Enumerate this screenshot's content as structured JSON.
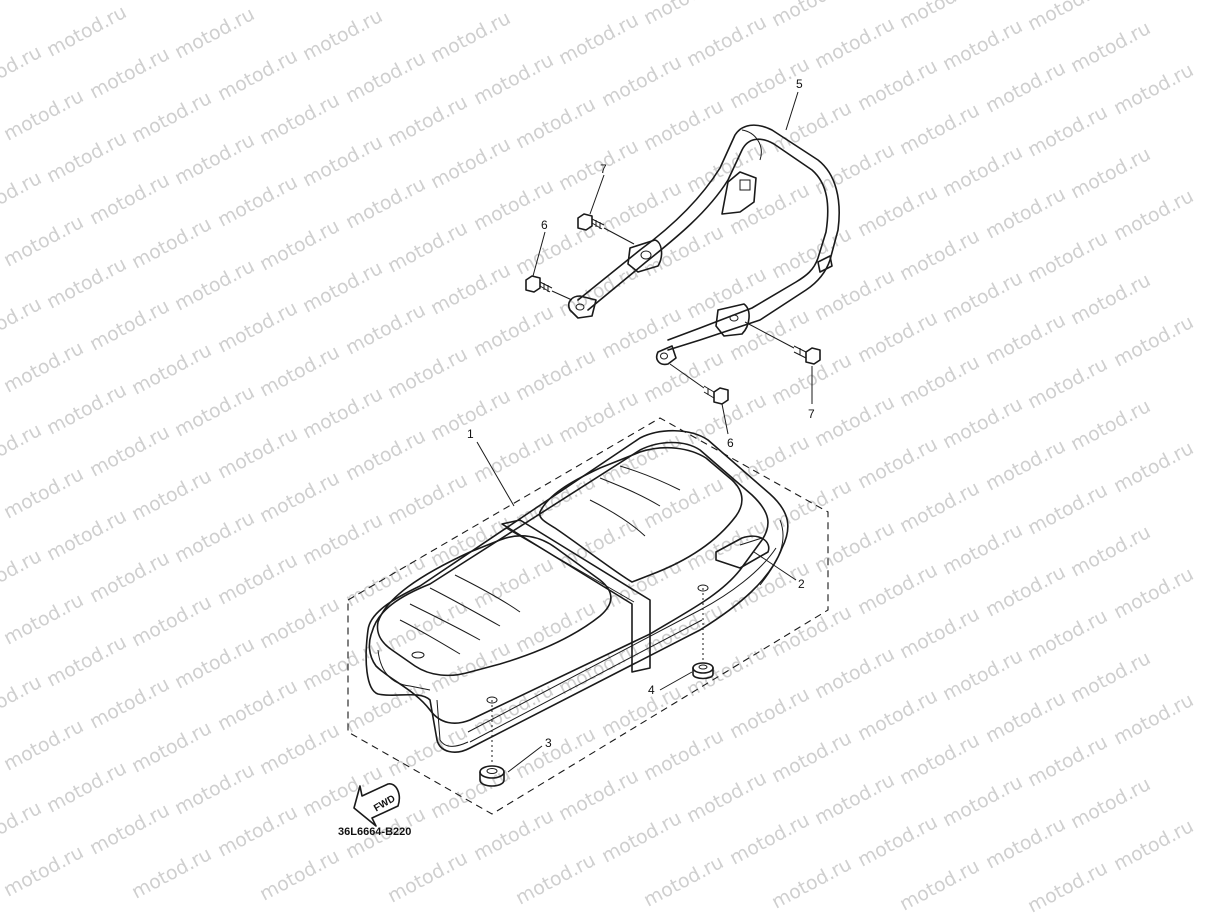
{
  "watermark": {
    "text": "motod.ru"
  },
  "diagram_code": "36L6664-B220",
  "fwd_label": "FWD",
  "callouts": {
    "seat": "1",
    "emblem": "2",
    "damper_front": "3",
    "damper_rear": "4",
    "grab_bar": "5",
    "bolt_6_left": "6",
    "bolt_6_right": "6",
    "bolt_7_left": "7",
    "bolt_7_right": "7"
  }
}
